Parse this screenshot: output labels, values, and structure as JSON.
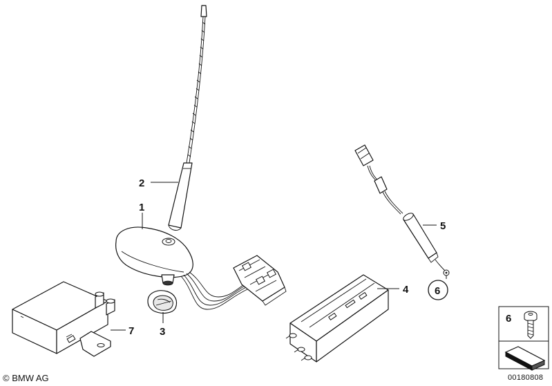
{
  "callouts": {
    "c1": "1",
    "c2": "2",
    "c3": "3",
    "c4": "4",
    "c5": "5",
    "c6_circle": "6",
    "c7": "7",
    "legend_6": "6"
  },
  "copyright": "© BMW AG",
  "drawing_number": "00180808"
}
